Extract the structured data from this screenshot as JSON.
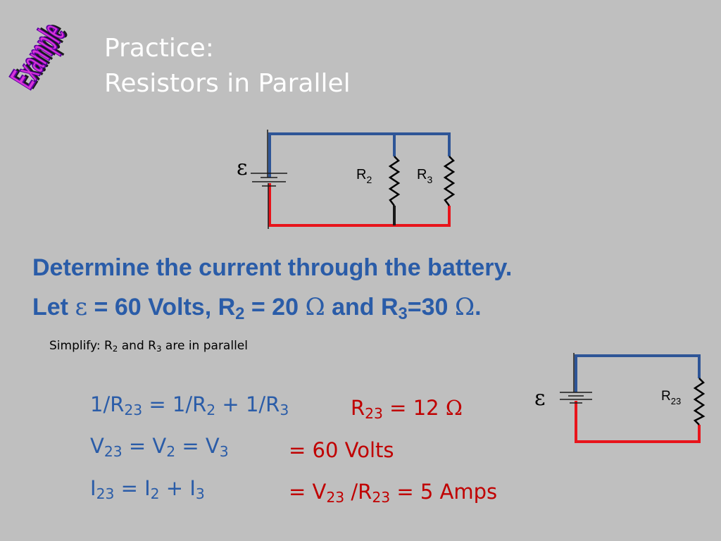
{
  "header": {
    "badge": "Example",
    "title_line1": "Practice:",
    "title_line2": "Resistors in Parallel"
  },
  "circuit1": {
    "emf": "ε",
    "r2": "R",
    "r2_sub": "2",
    "r3": "R",
    "r3_sub": "3"
  },
  "circuit2": {
    "emf": "ε",
    "r23": "R",
    "r23_sub": "23"
  },
  "problem": {
    "line1": "Determine the current through the battery.",
    "let": "Let",
    "eps": "ε",
    "p1": "= 60 Volts, R",
    "r2_sub": "2",
    "p2": "= 20",
    "omega": "Ω",
    "p3": "and R",
    "r3_sub": "3",
    "p4": "=30",
    "period": "."
  },
  "simplify": {
    "a": "Simplify: R",
    "s1": "2",
    "b": " and R",
    "s2": "3",
    "c": " are in parallel"
  },
  "equations": {
    "e1": {
      "a": "1/R",
      "s1": "23",
      "b": " = 1/R",
      "s2": "2",
      "c": " + 1/R",
      "s3": "3"
    },
    "e2": {
      "a": "V",
      "s1": "23",
      "b": " = V",
      "s2": "2",
      "c": " = V",
      "s3": "3"
    },
    "e3": {
      "a": "I",
      "s1": "23",
      "b": " = I",
      "s2": "2",
      "c": " + I",
      "s3": "3"
    }
  },
  "results": {
    "r1": {
      "a": "R",
      "s1": "23",
      "b": " = 12 ",
      "omega": "Ω"
    },
    "r2": {
      "a": "= 60 Volts"
    },
    "r3": {
      "a": "= V",
      "s1": "23",
      "b": " /R",
      "s2": "23",
      "c": " = 5 Amps"
    }
  },
  "colors": {
    "blue": "#2a5ca8",
    "red": "#c00000",
    "wire_blue": "#2e5597",
    "wire_red": "#e8141b",
    "badge_fill": "#d933d9"
  }
}
